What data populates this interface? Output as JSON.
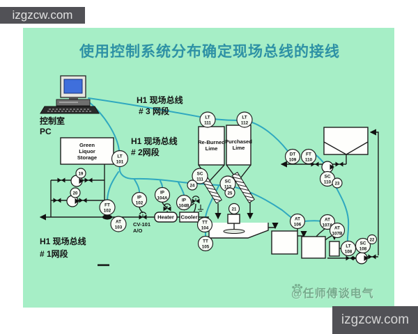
{
  "title": "使用控制系统分布确定现场总线的接线",
  "watermarks": {
    "top_left": "izgzcw.com",
    "bottom_right": "izgzcw.com",
    "credit": "@任师傅谈电气"
  },
  "labels": {
    "pc": {
      "line1": "控制室",
      "line2": "PC"
    },
    "segment3": {
      "line1": "H1 现场总线",
      "line2": "# 3 网段"
    },
    "segment2": {
      "line1": "H1 现场总线",
      "line2": "# 2网段"
    },
    "segment1": {
      "line1": "H1 现场总线",
      "line2": "# 1网段"
    },
    "valve_cv101": {
      "line1": "CV-101",
      "line2": "A/O"
    }
  },
  "equipment": {
    "green_liquor_storage": {
      "line1": "Green",
      "line2": "Liquor",
      "line3": "Storage"
    },
    "reburned_lime": {
      "line1": "Re-Burned",
      "line2": "Lime"
    },
    "purchased_lime": {
      "line1": "Purchased",
      "line2": "Lime"
    },
    "heater": "Heater",
    "cooler": "Cooler"
  },
  "instruments": {
    "lt101": {
      "l1": "LT",
      "l2": "101"
    },
    "lt111": {
      "l1": "LT",
      "l2": "111"
    },
    "lt112": {
      "l1": "LT",
      "l2": "112"
    },
    "sc111": {
      "l1": "SC",
      "l2": "111"
    },
    "sc112": {
      "l1": "SC",
      "l2": "112"
    },
    "dt109": {
      "l1": "DT",
      "l2": "109"
    },
    "ft110": {
      "l1": "FT",
      "l2": "110"
    },
    "sc110": {
      "l1": "SC",
      "l2": "110"
    },
    "ft102": {
      "l1": "FT",
      "l2": "102"
    },
    "at103": {
      "l1": "AT",
      "l2": "103"
    },
    "ip102": {
      "l1": "IP",
      "l2": "102"
    },
    "ip104a": {
      "l1": "IP",
      "l2": "104A"
    },
    "ip104b": {
      "l1": "IP",
      "l2": "104B"
    },
    "tt104": {
      "l1": "TT",
      "l2": "104"
    },
    "tt105": {
      "l1": "TT",
      "l2": "105"
    },
    "at106": {
      "l1": "AT",
      "l2": "106"
    },
    "at107a": {
      "l1": "AT",
      "l2": "107A"
    },
    "at107b": {
      "l1": "AT",
      "l2": "107B"
    },
    "lt108": {
      "l1": "LT",
      "l2": "108"
    },
    "sc108": {
      "l1": "SC",
      "l2": "108"
    }
  },
  "devices": {
    "pump19": "19",
    "pump20": "20",
    "agitator21": "21",
    "pump22": "22",
    "pump23": "23",
    "conveyor24": "24",
    "conveyor25": "25"
  },
  "colors": {
    "background": "#a6eec6",
    "title": "#2e91a5",
    "bus": "#2fa8bf",
    "line": "#1c1c1c",
    "screen": "#3f6fdc",
    "watermark_bg": "#515156",
    "credit": "#6a9b7e"
  }
}
